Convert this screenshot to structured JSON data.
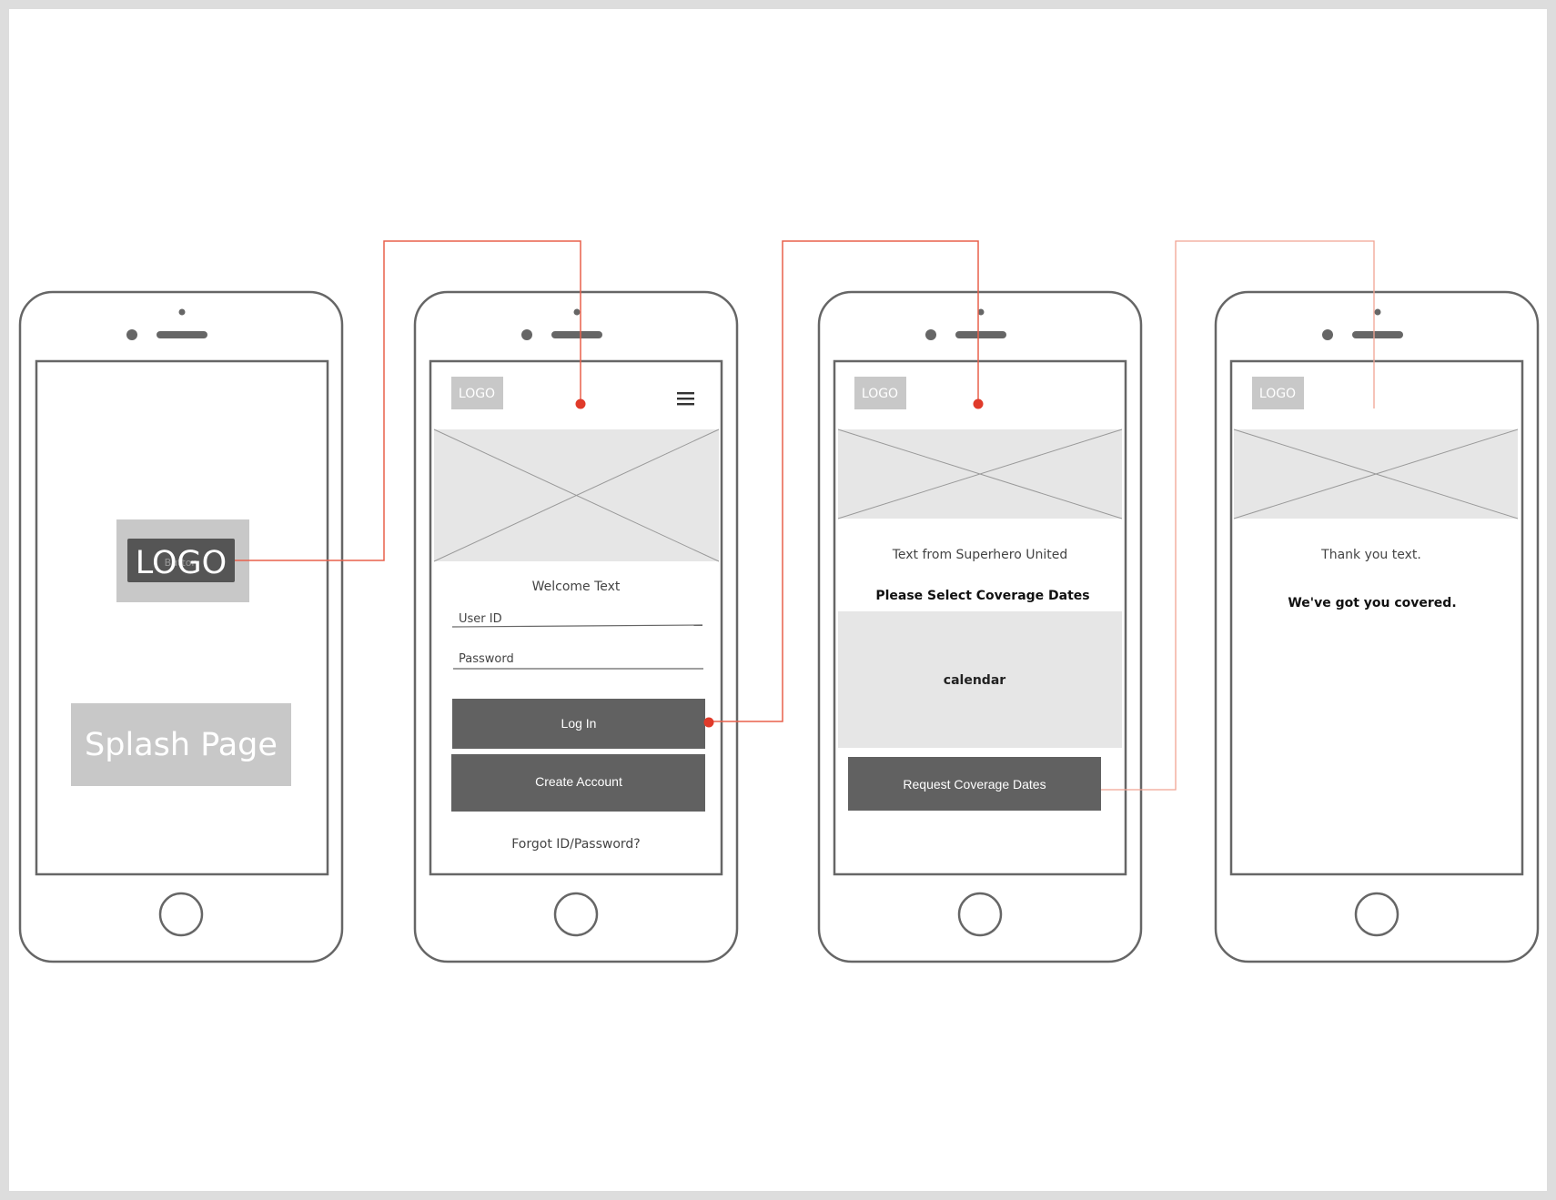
{
  "colors": {
    "frame_border": "#dddddd",
    "phone_stroke": "#666666",
    "connector": "#e8604c",
    "dot": "#e03a2a",
    "placeholder_fill": "#e6e6e6",
    "logo_fill": "#c8c8c8",
    "button_fill": "#616161"
  },
  "splash": {
    "logo_text": "LOGO",
    "logo_overlap_text": "Button",
    "label": "Splash Page"
  },
  "login": {
    "logo_text": "LOGO",
    "menu_icon": "hamburger-menu-icon",
    "welcome_text": "Welcome Text",
    "user_id_placeholder": "User ID",
    "password_placeholder": "Password",
    "login_button": "Log In",
    "create_account_button": "Create Account",
    "forgot_link": "Forgot ID/Password?"
  },
  "coverage": {
    "logo_text": "LOGO",
    "intro_text": "Text from Superhero United",
    "heading": "Please Select Coverage Dates",
    "calendar_label": "calendar",
    "request_button": "Request Coverage Dates"
  },
  "thanks": {
    "logo_text": "LOGO",
    "thank_text": "Thank you text.",
    "tagline": "We've got you covered."
  }
}
